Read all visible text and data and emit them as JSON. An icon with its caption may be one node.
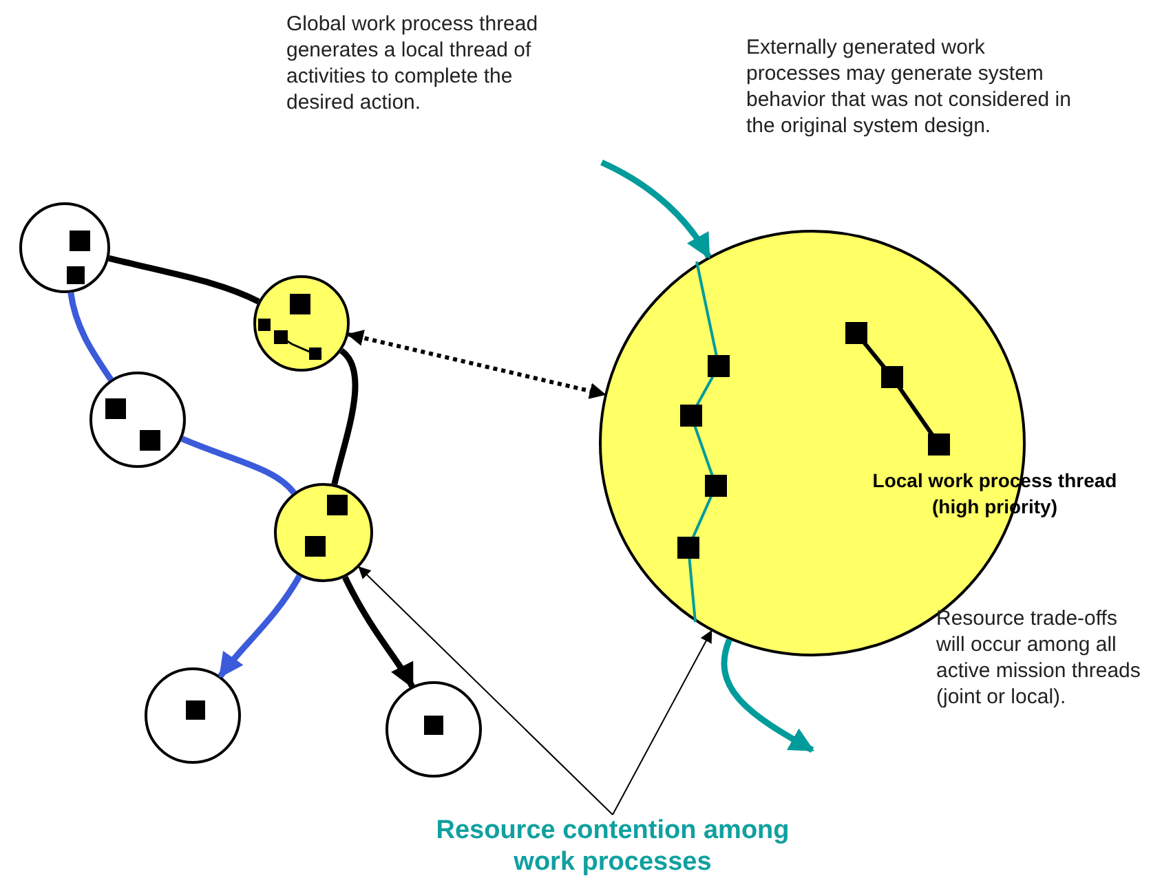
{
  "diagram": {
    "nodes": [
      {
        "text": [],
        "shape": "circle"
      },
      {
        "text": [],
        "shape": "circle"
      },
      {
        "text": [],
        "shape": "circle"
      },
      {
        "text": [],
        "shape": "circle"
      },
      {
        "text": [],
        "shape": "circle"
      },
      {
        "text": [],
        "shape": "circle"
      },
      {
        "text": [],
        "shape": "circle"
      },
      {
        "text": [
          "Resource contention among work processes"
        ]
      }
    ],
    "edges": [
      {
        "from": 0,
        "to": 1,
        "arrow": "none"
      },
      {
        "from": 1,
        "to": 3,
        "arrow": "none"
      },
      {
        "from": 3,
        "to": 5,
        "arrow": "to"
      },
      {
        "from": 0,
        "to": 2,
        "arrow": "none",
        "color": "#3b5bdb"
      },
      {
        "from": 2,
        "to": 3,
        "arrow": "none",
        "color": "#3b5bdb"
      },
      {
        "from": 3,
        "to": 4,
        "arrow": "to",
        "color": "#3b5bdb"
      },
      {
        "from": 1,
        "to": 6,
        "arrow": "both",
        "style": "dashed"
      },
      {
        "from": null,
        "to": 6,
        "arrow": "to",
        "color": "#009b9b"
      },
      {
        "from": 6,
        "to": null,
        "arrow": "to",
        "color": "#009b9b"
      },
      {
        "from": 7,
        "to": 3,
        "arrow": "to"
      },
      {
        "from": 7,
        "to": 6,
        "arrow": "to"
      }
    ],
    "labels": [
      "Global work process thread generates a local thread of activities to complete the desired action.",
      "Externally generated work processes may generate system behavior that was not considered in the original system design.",
      "Local work process thread (high priority)",
      "Resource trade-offs will occur among all active mission threads (joint or local)."
    ]
  }
}
